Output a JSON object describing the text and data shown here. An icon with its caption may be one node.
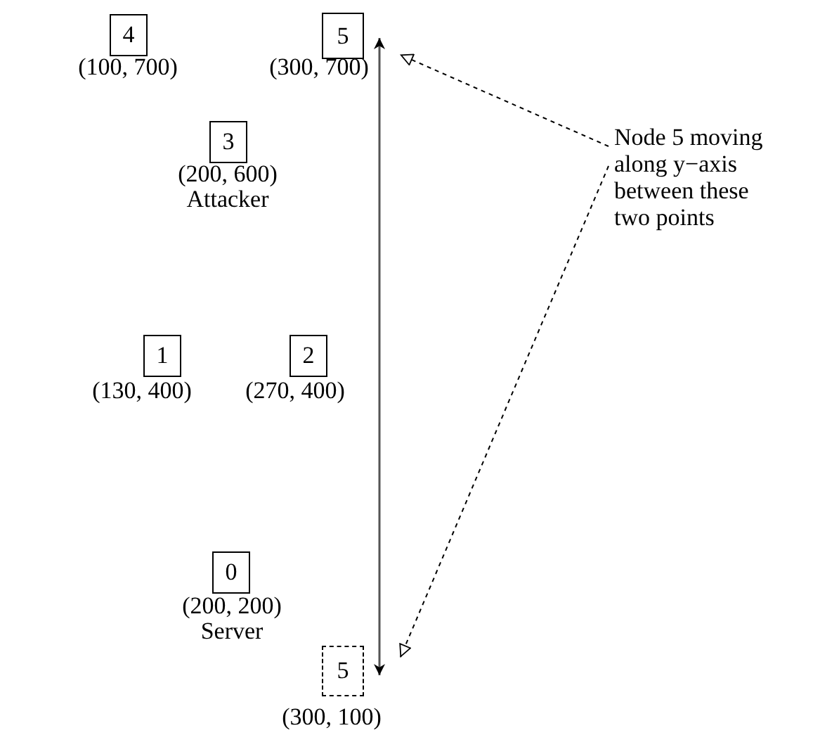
{
  "diagram": {
    "nodes": [
      {
        "text": [
          "4"
        ],
        "beside": [
          "(100, 700)"
        ]
      },
      {
        "text": [
          "5"
        ],
        "beside": [
          "(300, 700)"
        ]
      },
      {
        "text": [
          "3"
        ],
        "beside": [
          "(200, 600)",
          "Attacker"
        ]
      },
      {
        "text": [
          "1"
        ],
        "beside": [
          "(130, 400)"
        ]
      },
      {
        "text": [
          "2"
        ],
        "beside": [
          "(270, 400)"
        ]
      },
      {
        "text": [
          "0"
        ],
        "beside": [
          "(200, 200)",
          "Server"
        ]
      },
      {
        "text": [
          "5"
        ],
        "beside": [
          "(300, 100)"
        ]
      },
      {
        "text": [
          "Node 5 moving along y−axis between these two points"
        ]
      }
    ],
    "edges": [
      {
        "from": 1,
        "to": 6,
        "arrow": "both"
      },
      {
        "from": 7,
        "to": 1,
        "arrow": "to",
        "style": "dashed"
      },
      {
        "from": 7,
        "to": 6,
        "arrow": "to",
        "style": "dashed"
      }
    ]
  }
}
